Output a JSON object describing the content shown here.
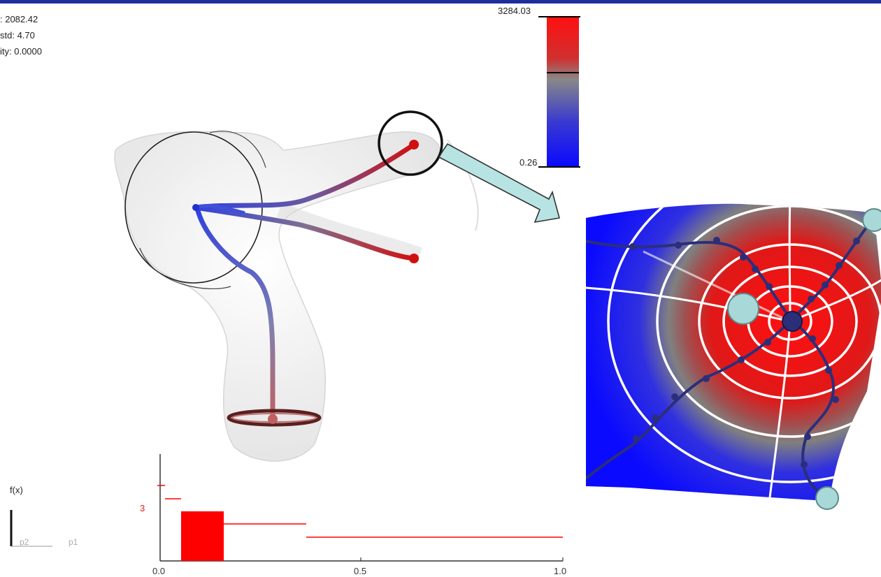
{
  "stats": {
    "mean_text": ": 2082.42",
    "std_text": "std: 4.70",
    "sim_text": "ity: 0.0000"
  },
  "colorbar": {
    "max_label": "3284.03",
    "min_label": "0.26",
    "colors": [
      "#ff1010",
      "#808080",
      "#0a0aff"
    ]
  },
  "histogram": {
    "y_marker": "3",
    "x_ticks": [
      "0.0",
      "0.5",
      "1.0"
    ],
    "bar_color": "#ff0000",
    "legend": {
      "fx": "f(x)",
      "p2": "p2",
      "p1": "p1"
    }
  },
  "colors": {
    "accent_blue": "#2030a0",
    "arrow_fill": "#b8e3e3",
    "path_red": "#c81e1e",
    "path_blue": "#3040d0",
    "node_dark": "#2b2f7a"
  }
}
